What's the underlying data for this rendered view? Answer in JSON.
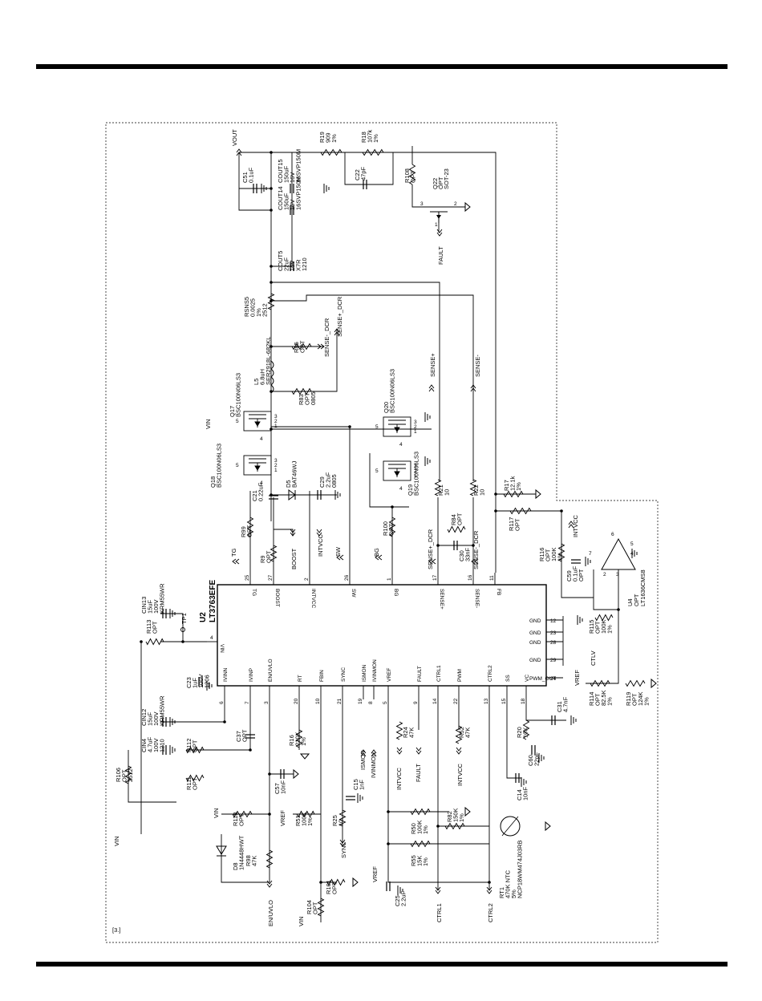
{
  "sheet": {
    "tag": "[3.]"
  },
  "u2": {
    "ref": "U2",
    "part": "LT3763EFE",
    "pins_top": [
      {
        "label": "TG",
        "num": "25"
      },
      {
        "label": "BOOST",
        "num": "27"
      },
      {
        "label": "INTVCC",
        "num": "2"
      },
      {
        "label": "SW",
        "num": "26"
      },
      {
        "label": "BG",
        "num": "1"
      },
      {
        "label": "SENSE+",
        "num": "17"
      },
      {
        "label": "SENSE-",
        "num": "16"
      },
      {
        "label": "FB",
        "num": "11"
      }
    ],
    "pins_bottom": [
      {
        "label": "IVINN",
        "num": "6"
      },
      {
        "label": "IVINP",
        "num": "7"
      },
      {
        "label": "EN/UVLO",
        "num": "3"
      },
      {
        "label": "RT",
        "num": "20"
      },
      {
        "label": "FBIN",
        "num": "10"
      },
      {
        "label": "SYNC",
        "num": "21"
      },
      {
        "label": "ISMON",
        "num": "19"
      },
      {
        "label": "IVINMON",
        "num": "8"
      },
      {
        "label": "VREF",
        "num": "5"
      },
      {
        "label": "FAULT",
        "num": "9"
      },
      {
        "label": "CTRL1",
        "num": "14"
      },
      {
        "label": "PWM",
        "num": "22"
      },
      {
        "label": "CTRL2",
        "num": "13"
      },
      {
        "label": "SS",
        "num": "15"
      },
      {
        "label": "VC",
        "num": "18"
      }
    ],
    "pins_right": [
      {
        "label": "GND",
        "num": "12"
      },
      {
        "label": "GND",
        "num": "23"
      },
      {
        "label": "GND",
        "num": "28"
      },
      {
        "label": "GND",
        "num": "29"
      },
      {
        "label": "PWM_OUT",
        "num": "24"
      }
    ],
    "pin_vin": {
      "label": "VIN",
      "num": "4"
    }
  },
  "u4": {
    "ref": "U4",
    "value": "OPT",
    "part": "LT1636CMS8",
    "pins": [
      "6",
      "5",
      "4",
      "7",
      "2",
      "3"
    ]
  },
  "q22": {
    "ref": "Q22",
    "value": "OPT",
    "package": "SOT-23",
    "pins": [
      "3",
      "2",
      "1"
    ]
  },
  "mosfets": [
    {
      "ref": "Q17",
      "part": "BSC100N06LS3"
    },
    {
      "ref": "Q18",
      "part": "BSC100N06LS3"
    },
    {
      "ref": "Q20",
      "part": "BSC100N06LS3"
    },
    {
      "ref": "Q19",
      "part": "BSC100N06LS3"
    }
  ],
  "mosfet_pins": [
    "5",
    "4",
    "3",
    "2",
    "1"
  ],
  "inductor": {
    "ref": "L5",
    "value": "6.8uH",
    "part": "SER2918L-682KL"
  },
  "diodes": [
    {
      "ref": "D5",
      "part": "BAT46WJ"
    },
    {
      "ref": "D8",
      "part": "1N4448HWT"
    }
  ],
  "thermistor": {
    "ref": "RT1",
    "value": "470K NTC",
    "tol": "5%",
    "part": "NCP18WM474J03RB"
  },
  "testpoint": "TP1",
  "resistors": [
    {
      "ref": "R19",
      "value": "909",
      "tol": "1%"
    },
    {
      "ref": "R18",
      "value": "107k",
      "tol": "1%"
    },
    {
      "ref": "R108",
      "value": "OPT"
    },
    {
      "ref": "RSNS5",
      "value": "0.0025",
      "tol": "1%",
      "pkg": "2512"
    },
    {
      "ref": "R85",
      "value": "OPT"
    },
    {
      "ref": "R83",
      "value": "OPT",
      "pkg": "0805"
    },
    {
      "ref": "R21",
      "value": "10"
    },
    {
      "ref": "R22",
      "value": "10"
    },
    {
      "ref": "R17",
      "value": "12.1k",
      "tol": "1%"
    },
    {
      "ref": "R117",
      "value": "OPT"
    },
    {
      "ref": "R99",
      "value": "OPT"
    },
    {
      "ref": "R9",
      "value": "OPT"
    },
    {
      "ref": "R100",
      "value": "OPT"
    },
    {
      "ref": "R84",
      "value": "OPT"
    },
    {
      "ref": "R116",
      "value": "OPT",
      "extra": "100K",
      "tol": "1%"
    },
    {
      "ref": "R115",
      "value": "OPT",
      "extra": "100K",
      "tol": "1%"
    },
    {
      "ref": "R114",
      "value": "OPT",
      "extra": "82.5K",
      "tol": "1%"
    },
    {
      "ref": "R119",
      "value": "OPT",
      "extra": "124K",
      "tol": "1%"
    },
    {
      "ref": "R113",
      "value": "OPT"
    },
    {
      "ref": "R112",
      "value": "OPT"
    },
    {
      "ref": "R111",
      "value": "OPT"
    },
    {
      "ref": "R106",
      "value": "OPT",
      "pkg": "2512"
    },
    {
      "ref": "R118",
      "value": "OPT"
    },
    {
      "ref": "R98",
      "value": "47K"
    },
    {
      "ref": "R16",
      "value": "210K",
      "tol": "1%"
    },
    {
      "ref": "R51",
      "value": "100K",
      "tol": "1%"
    },
    {
      "ref": "R25",
      "value": "10"
    },
    {
      "ref": "R101",
      "value": "OPT"
    },
    {
      "ref": "R104",
      "value": "OPT"
    },
    {
      "ref": "R24",
      "value": "47K"
    },
    {
      "ref": "R52",
      "value": "47K"
    },
    {
      "ref": "R50",
      "value": "100K",
      "tol": "1%"
    },
    {
      "ref": "R82",
      "value": "150K",
      "tol": "1%"
    },
    {
      "ref": "R55",
      "value": "15K",
      "tol": "1%"
    },
    {
      "ref": "R20",
      "value": "10K"
    }
  ],
  "capacitors": [
    {
      "ref": "C51",
      "value": "0.1uF"
    },
    {
      "ref": "COUT15",
      "value": "150uF",
      "volt": "16V",
      "part": "16SVP150M"
    },
    {
      "ref": "COUT14",
      "value": "150uF",
      "volt": "16V",
      "part": "16SVP150M"
    },
    {
      "ref": "COUT5",
      "value": "22uF",
      "volt": "16V",
      "diel": "X7R",
      "pkg": "1210"
    },
    {
      "ref": "C22",
      "value": "47pF"
    },
    {
      "ref": "C21",
      "value": "0.22uF"
    },
    {
      "ref": "C29",
      "value": "2.2uF",
      "pkg": "0805"
    },
    {
      "ref": "C30",
      "value": "33nF"
    },
    {
      "ref": "C59",
      "value": "0.1uF",
      "extra": "OPT"
    },
    {
      "ref": "CIN13",
      "value": "15uF",
      "volt": "100V",
      "part": "KRM55WR"
    },
    {
      "ref": "C23",
      "value": "1uF",
      "volt": "100V",
      "pkg": "1206"
    },
    {
      "ref": "CIN12",
      "value": "15uF",
      "volt": "100V",
      "part": "KRM55WR"
    },
    {
      "ref": "CIN4",
      "value": "4.7uF",
      "volt": "100V",
      "pkg": "1210"
    },
    {
      "ref": "C37",
      "value": "OPT"
    },
    {
      "ref": "C57",
      "value": "10nF"
    },
    {
      "ref": "C15",
      "value": "1nF"
    },
    {
      "ref": "C25",
      "value": "2.2uF"
    },
    {
      "ref": "C31",
      "value": "4.7nF"
    },
    {
      "ref": "C60",
      "value": "22pF"
    },
    {
      "ref": "C14",
      "value": "10nF"
    }
  ],
  "nets": {
    "vout": "VOUT",
    "vin": "VIN",
    "fault": "FAULT",
    "tg": "TG",
    "bg": "BG",
    "boost": "BOOST",
    "intvcc": "INTVCC",
    "sw": "SW",
    "sense_dcr_pos": "SENSE+_DCR",
    "sense_dcr_neg": "SENSE-_DCR",
    "sense_pos": "SENSE+",
    "sense_neg": "SENSE-",
    "vref": "VREF",
    "ctlv": "CTLV",
    "en_uvlo": "EN/UVLO",
    "sync": "SYNC",
    "ismon": "ISMON",
    "ivinmon": "IVINMON",
    "ctrl1": "CTRL1",
    "ctrl2": "CTRL2"
  }
}
